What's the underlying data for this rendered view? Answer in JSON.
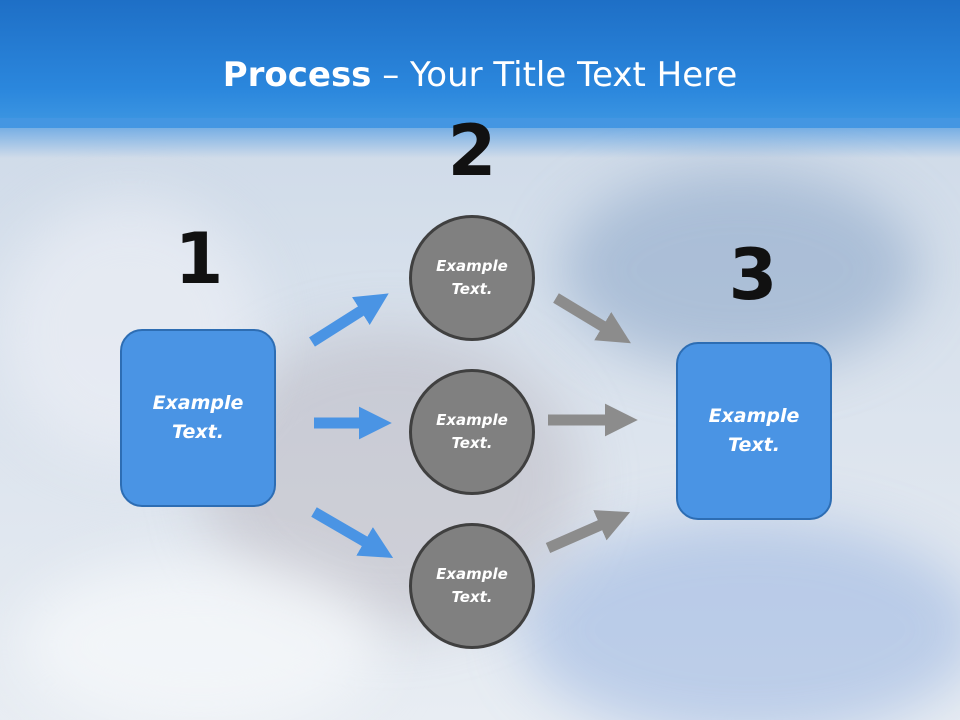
{
  "title": {
    "strong": "Process",
    "rest": " – Your Title Text Here"
  },
  "steps": [
    {
      "number": "1",
      "label": "Example\nText."
    },
    {
      "number": "2",
      "items": [
        "Example\nText.",
        "Example\nText.",
        "Example\nText."
      ]
    },
    {
      "number": "3",
      "label": "Example\nText."
    }
  ],
  "colors": {
    "title_bar": "#2b87dd",
    "box_fill": "#4a94e4",
    "circle_fill": "#808080",
    "arrow_blue": "#4a94e4",
    "arrow_gray": "#8c8c8c"
  }
}
